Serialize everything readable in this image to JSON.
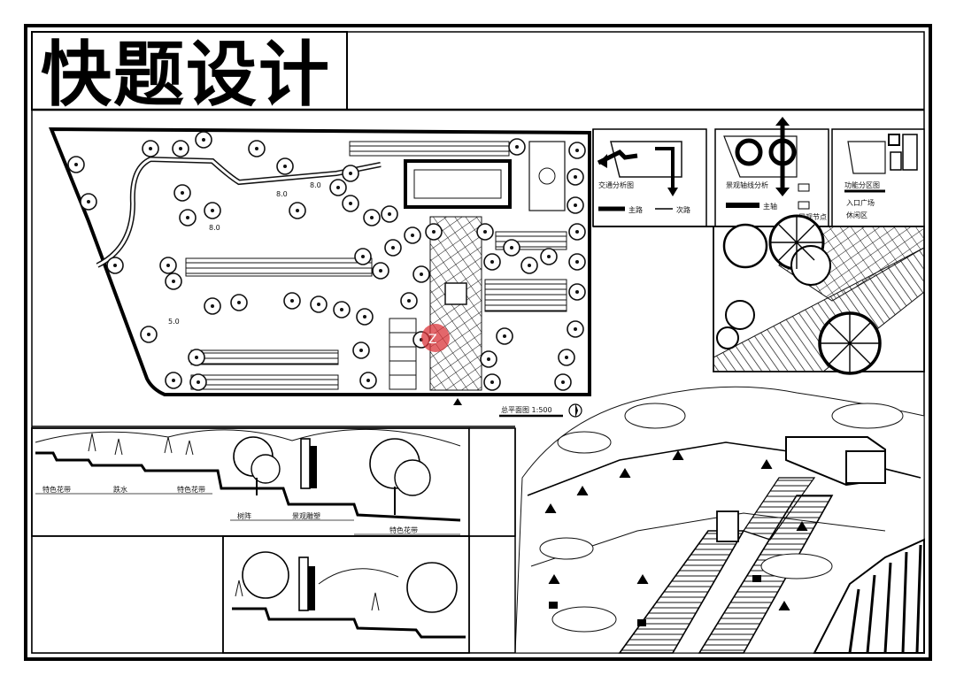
{
  "title": "快题设计",
  "plan": {
    "caption": "总平面图 1:500",
    "labels": [
      "8.0",
      "8.0",
      "8.0",
      "5.0"
    ]
  },
  "analysis": {
    "diagrams": [
      {
        "caption": "交通分析图",
        "legend": [
          "主路",
          "次路"
        ]
      },
      {
        "caption": "景观轴线分析",
        "legend": [
          "主轴",
          "景观节点"
        ]
      },
      {
        "caption": "功能分区图",
        "legend": [
          "入口广场",
          "休闲区"
        ]
      }
    ]
  },
  "section": {
    "labels": [
      "特色花带",
      "跌水",
      "特色花带",
      "树阵",
      "景观雕塑",
      "特色花带"
    ]
  },
  "colors": {
    "ink": "#111111",
    "paper": "#ffffff",
    "watermark": "#d9343a"
  }
}
